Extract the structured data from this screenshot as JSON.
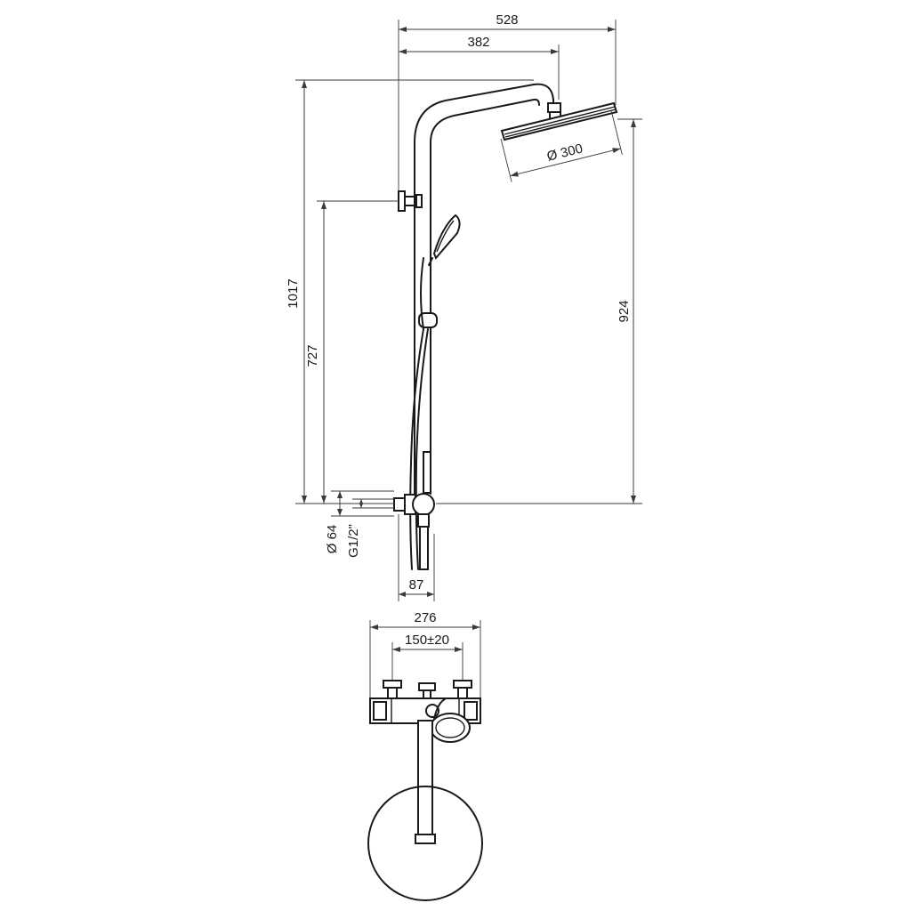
{
  "dimensions": {
    "overall_width": "528",
    "arm_reach": "382",
    "overall_height": "1017",
    "wall_bracket_height": "727",
    "head_height": "924",
    "head_diameter": "Ø 300",
    "outlet_diameter": "Ø 64",
    "thread_size": "G1/2\"",
    "wall_offset": "87",
    "mixer_width": "276",
    "inlet_spacing": "150±20"
  }
}
